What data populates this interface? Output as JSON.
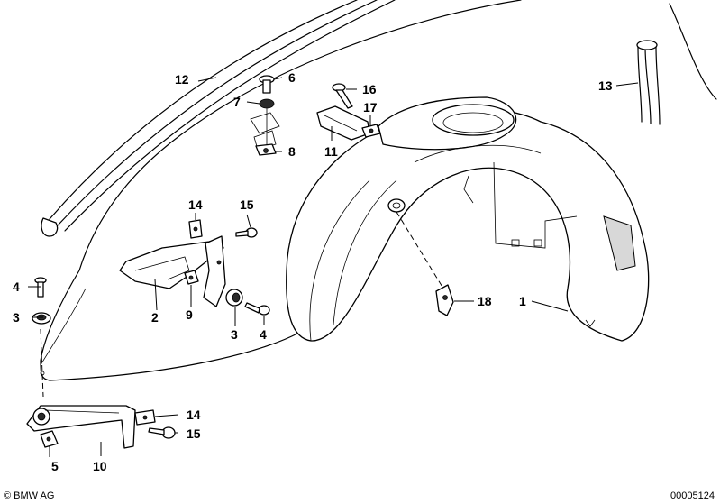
{
  "diagram": {
    "callouts": [
      "1",
      "2",
      "3",
      "3",
      "4",
      "4",
      "5",
      "6",
      "7",
      "8",
      "9",
      "10",
      "11",
      "12",
      "13",
      "14",
      "14",
      "15",
      "15",
      "16",
      "17",
      "18"
    ]
  },
  "footer": {
    "copyright": "© BMW AG",
    "image_number": "00005124"
  }
}
